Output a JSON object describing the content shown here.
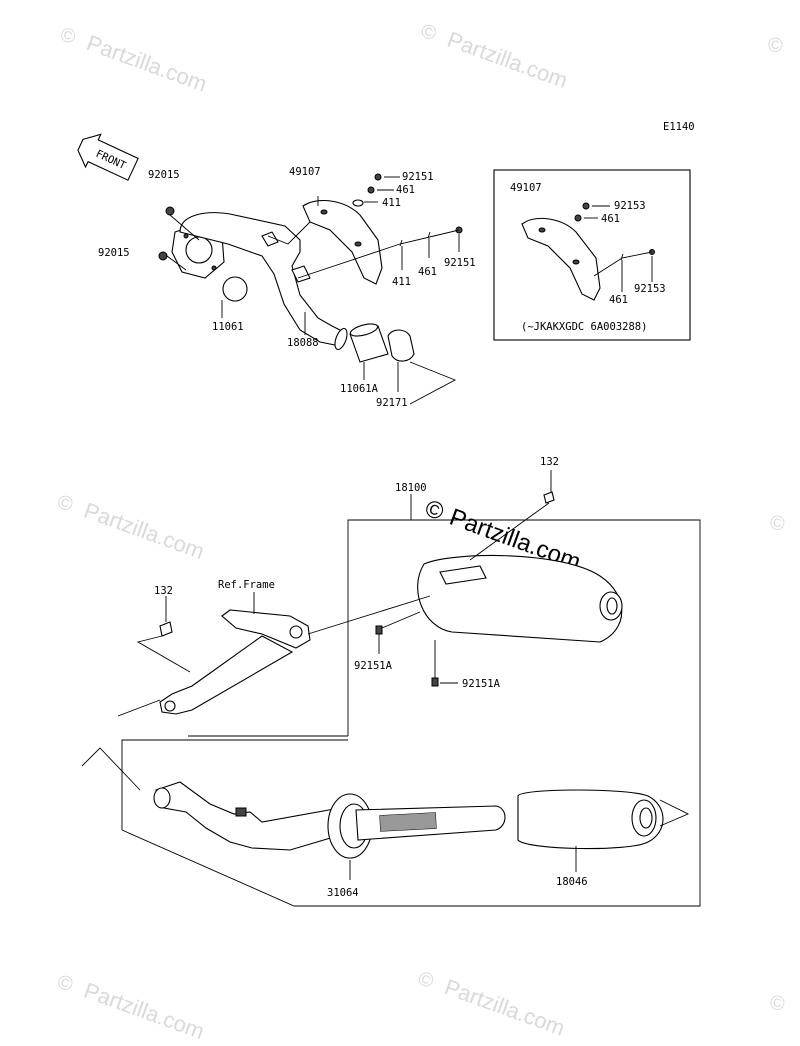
{
  "diagram_code": "E1140",
  "front_label": "FRONT",
  "watermark": {
    "copyright": "©",
    "site": "Partzilla.com"
  },
  "ref_frame_label": "Ref.Frame",
  "inset_note": "(~JKAKXGDC 6A003288)",
  "callouts": {
    "c92015_top": "92015",
    "c92015_mid": "92015",
    "c11061": "11061",
    "c18088": "18088",
    "c49107_main": "49107",
    "c92151_top": "92151",
    "c461_top": "461",
    "c411_top": "411",
    "c411_bot": "411",
    "c461_bot": "461",
    "c92151_bot": "92151",
    "c11061A": "11061A",
    "c92171": "92171",
    "c49107_inset": "49107",
    "c92153_top": "92153",
    "c461_inset_top": "461",
    "c461_inset_bot": "461",
    "c92153_bot": "92153",
    "c132_right": "132",
    "c18100": "18100",
    "c132_left": "132",
    "c92151A_left": "92151A",
    "c92151A_right": "92151A",
    "c31064": "31064",
    "c18046": "18046"
  }
}
